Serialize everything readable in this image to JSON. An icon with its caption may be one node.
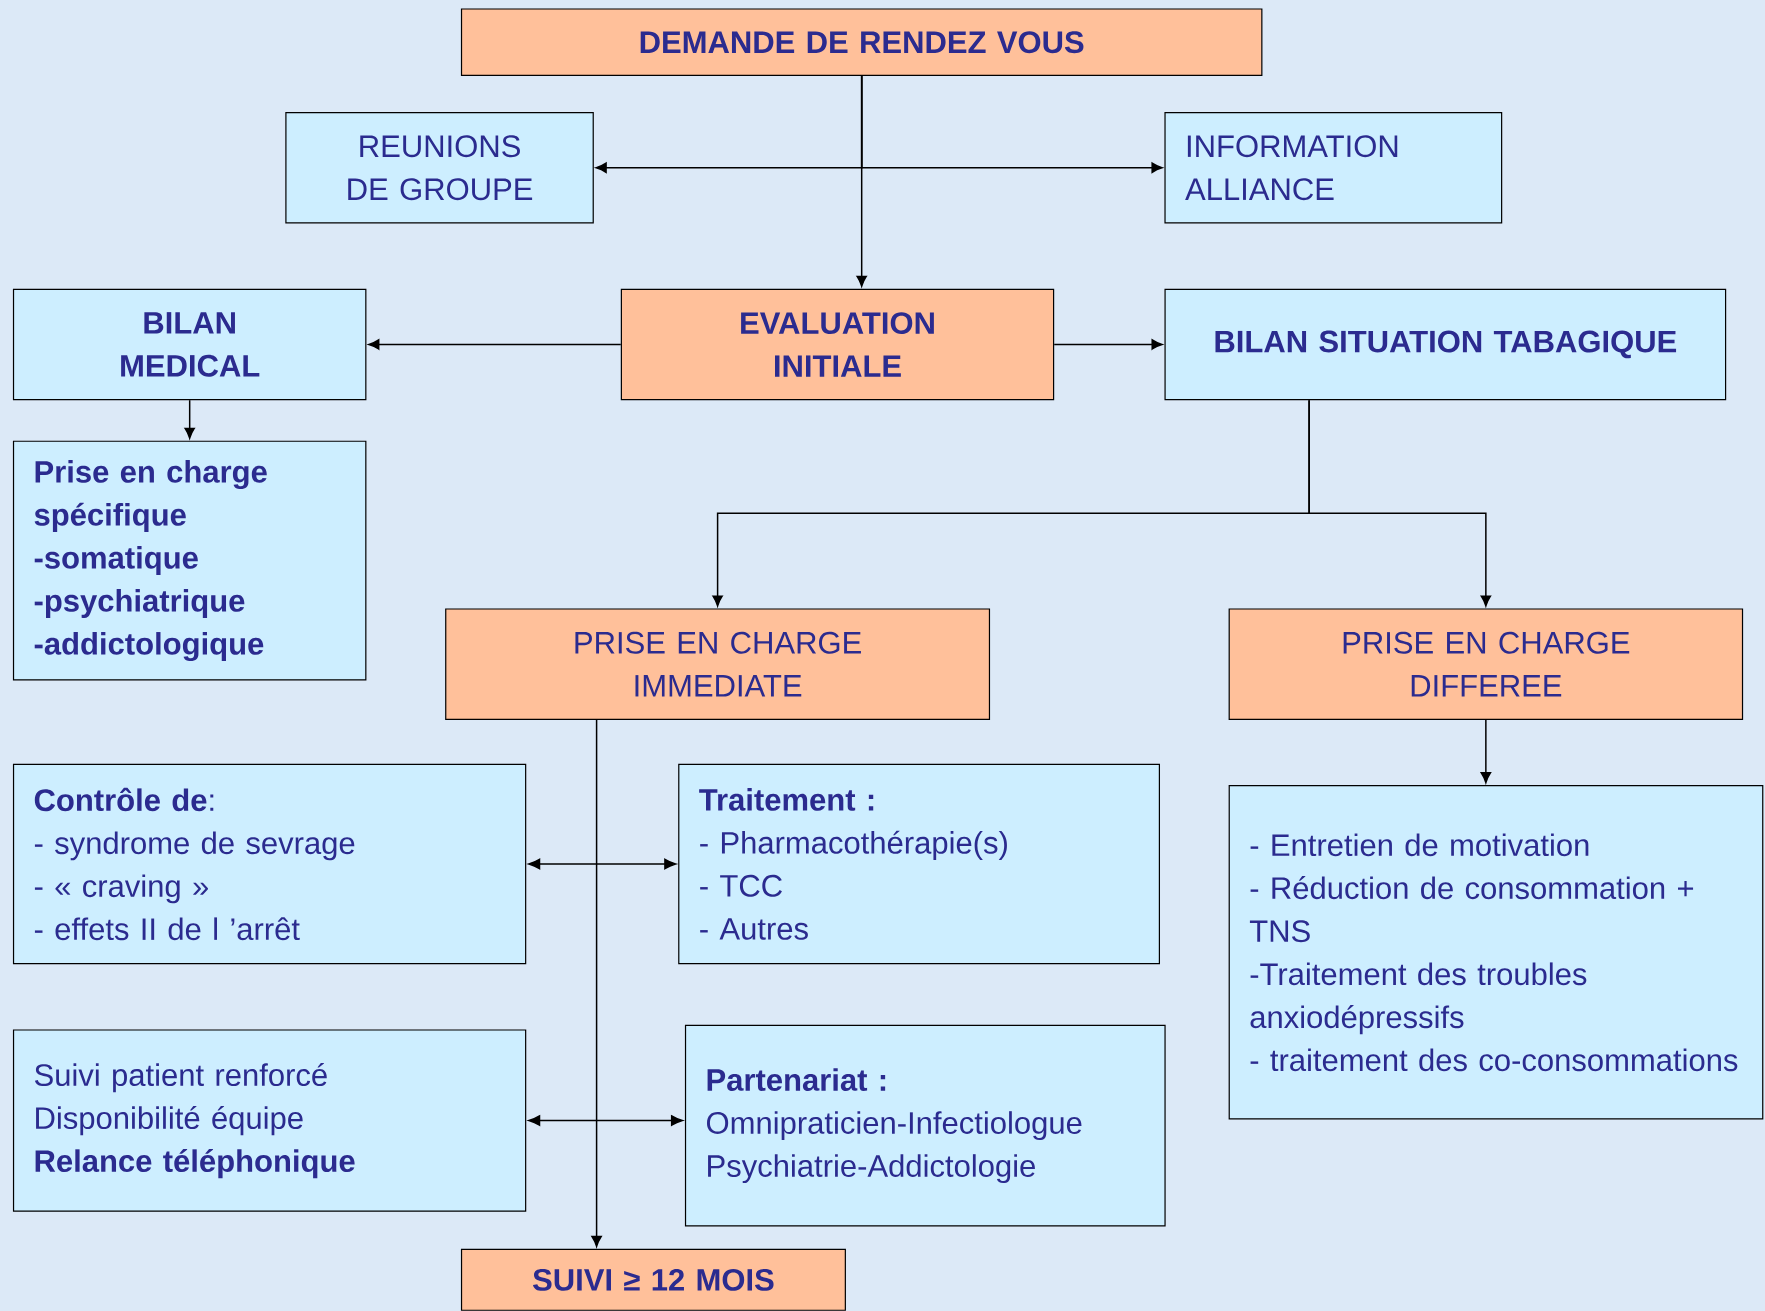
{
  "diagram": {
    "nodes": [
      {
        "text": [
          "DEMANDE DE RENDEZ VOUS"
        ]
      },
      {
        "text": [
          "REUNIONS DE GROUPE"
        ]
      },
      {
        "text": [
          "INFORMATION ALLIANCE"
        ]
      },
      {
        "text": [
          "EVALUATION INITIALE"
        ]
      },
      {
        "text": [
          "BILAN MEDICAL"
        ]
      },
      {
        "text": [
          "BILAN SITUATION TABAGIQUE"
        ]
      },
      {
        "text": [
          "Prise en charge spécifique",
          "-somatique",
          "-psychiatrique",
          "-addictologique"
        ]
      },
      {
        "text": [
          "PRISE EN CHARGE IMMEDIATE"
        ]
      },
      {
        "text": [
          "PRISE EN CHARGE DIFFEREE"
        ]
      },
      {
        "text": [
          "**Contrôle de**:",
          "- syndrome de sevrage",
          "- « craving »",
          "- effets II de l ’arrêt"
        ]
      },
      {
        "text": [
          "Traitement :",
          "- Pharmacothérapie(s)",
          "- TCC",
          "- Autres"
        ]
      },
      {
        "text": [
          "- Entretien de motivation",
          "- Réduction de consommation + TNS",
          "-Traitement des troubles anxiodépressifs",
          "- traitement des co-consommations"
        ]
      },
      {
        "text": [
          "Suivi patient renforcé",
          "Disponibilité équipe",
          "Relance téléphonique"
        ]
      },
      {
        "text": [
          "Partenariat :",
          "Omnipraticien-Infectiologue",
          "Psychiatrie-Addictologie"
        ]
      },
      {
        "text": [
          "SUIVI ≥ 12 MOIS"
        ]
      }
    ],
    "edges": [
      {
        "from": 0,
        "to": 1,
        "arrow": "to"
      },
      {
        "from": 0,
        "to": 2,
        "arrow": "to"
      },
      {
        "from": 0,
        "to": 3,
        "arrow": "to"
      },
      {
        "from": 3,
        "to": 4,
        "arrow": "to"
      },
      {
        "from": 3,
        "to": 5,
        "arrow": "to"
      },
      {
        "from": 4,
        "to": 6,
        "arrow": "to"
      },
      {
        "from": 5,
        "to": 7,
        "arrow": "to"
      },
      {
        "from": 5,
        "to": 8,
        "arrow": "to"
      },
      {
        "from": 7,
        "to": 14,
        "arrow": "to"
      },
      {
        "from": 9,
        "to": 10,
        "arrow": "both"
      },
      {
        "from": 12,
        "to": 13,
        "arrow": "both"
      },
      {
        "from": 8,
        "to": 11,
        "arrow": "to"
      }
    ]
  }
}
